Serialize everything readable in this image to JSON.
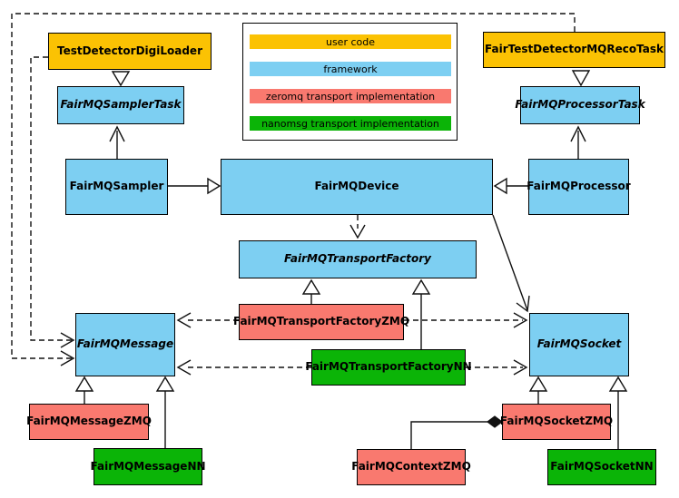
{
  "diagram": {
    "nodes": {
      "testDetectorDigiLoader": {
        "label": "TestDetectorDigiLoader",
        "category": "user code"
      },
      "fairTestDetectorMQRecoTask": {
        "label": "FairTestDetectorMQRecoTask",
        "category": "user code"
      },
      "fairMQSamplerTask": {
        "label": "FairMQSamplerTask",
        "category": "framework",
        "abstract": true
      },
      "fairMQProcessorTask": {
        "label": "FairMQProcessorTask",
        "category": "framework",
        "abstract": true
      },
      "fairMQSampler": {
        "label": "FairMQSampler",
        "category": "framework"
      },
      "fairMQDevice": {
        "label": "FairMQDevice",
        "category": "framework"
      },
      "fairMQProcessor": {
        "label": "FairMQProcessor",
        "category": "framework"
      },
      "fairMQTransportFactory": {
        "label": "FairMQTransportFactory",
        "category": "framework",
        "abstract": true
      },
      "fairMQTransportFactoryZMQ": {
        "label": "FairMQTransportFactoryZMQ",
        "category": "zeromq transport implementation"
      },
      "fairMQTransportFactoryNN": {
        "label": "FairMQTransportFactoryNN",
        "category": "nanomsg transport implementation"
      },
      "fairMQMessage": {
        "label": "FairMQMessage",
        "category": "framework",
        "abstract": true
      },
      "fairMQSocket": {
        "label": "FairMQSocket",
        "category": "framework",
        "abstract": true
      },
      "fairMQMessageZMQ": {
        "label": "FairMQMessageZMQ",
        "category": "zeromq transport implementation"
      },
      "fairMQMessageNN": {
        "label": "FairMQMessageNN",
        "category": "nanomsg transport implementation"
      },
      "fairMQContextZMQ": {
        "label": "FairMQContextZMQ",
        "category": "zeromq transport implementation"
      },
      "fairMQSocketZMQ": {
        "label": "FairMQSocketZMQ",
        "category": "zeromq transport implementation"
      },
      "fairMQSocketNN": {
        "label": "FairMQSocketNN",
        "category": "nanomsg transport implementation"
      }
    },
    "legend": {
      "items": [
        {
          "label": "user code",
          "color": "#FBC203"
        },
        {
          "label": "framework",
          "color": "#7DCFF2"
        },
        {
          "label": "zeromq transport implementation",
          "color": "#F9796F"
        },
        {
          "label": "nanomsg transport implementation",
          "color": "#0BB407"
        }
      ]
    },
    "colors": {
      "user_code": "#FBC203",
      "framework": "#7DCFF2",
      "zeromq": "#F9796F",
      "nanomsg": "#0BB407",
      "border": "#000000",
      "background": "#FFFFFF"
    },
    "edges": [
      {
        "from": "TestDetectorDigiLoader",
        "to": "FairMQSamplerTask",
        "type": "generalization"
      },
      {
        "from": "FairTestDetectorMQRecoTask",
        "to": "FairMQProcessorTask",
        "type": "generalization"
      },
      {
        "from": "FairMQSampler",
        "to": "FairMQSamplerTask",
        "type": "inheritance-open-arrow"
      },
      {
        "from": "FairMQProcessor",
        "to": "FairMQProcessorTask",
        "type": "inheritance-open-arrow"
      },
      {
        "from": "FairMQSampler",
        "to": "FairMQDevice",
        "type": "generalization"
      },
      {
        "from": "FairMQProcessor",
        "to": "FairMQDevice",
        "type": "generalization"
      },
      {
        "from": "FairMQDevice",
        "to": "FairMQTransportFactory",
        "type": "dependency-dashed"
      },
      {
        "from": "FairMQDevice",
        "to": "FairMQSocket",
        "type": "association-arrow"
      },
      {
        "from": "FairMQTransportFactoryZMQ",
        "to": "FairMQTransportFactory",
        "type": "generalization"
      },
      {
        "from": "FairMQTransportFactoryNN",
        "to": "FairMQTransportFactory",
        "type": "generalization"
      },
      {
        "from": "FairMQTransportFactoryZMQ",
        "to": "FairMQMessage",
        "type": "dependency-dashed"
      },
      {
        "from": "FairMQTransportFactoryZMQ",
        "to": "FairMQSocket",
        "type": "dependency-dashed"
      },
      {
        "from": "FairMQTransportFactoryNN",
        "to": "FairMQMessage",
        "type": "dependency-dashed"
      },
      {
        "from": "FairMQTransportFactoryNN",
        "to": "FairMQSocket",
        "type": "dependency-dashed"
      },
      {
        "from": "TestDetectorDigiLoader",
        "to": "FairMQMessage",
        "type": "dependency-dashed"
      },
      {
        "from": "FairTestDetectorMQRecoTask",
        "to": "FairMQMessage",
        "type": "dependency-dashed"
      },
      {
        "from": "FairMQMessageZMQ",
        "to": "FairMQMessage",
        "type": "generalization"
      },
      {
        "from": "FairMQMessageNN",
        "to": "FairMQMessage",
        "type": "generalization"
      },
      {
        "from": "FairMQSocketZMQ",
        "to": "FairMQSocket",
        "type": "generalization"
      },
      {
        "from": "FairMQSocketNN",
        "to": "FairMQSocket",
        "type": "generalization"
      },
      {
        "from": "FairMQContextZMQ",
        "to": "FairMQSocketZMQ",
        "type": "composition"
      }
    ]
  }
}
